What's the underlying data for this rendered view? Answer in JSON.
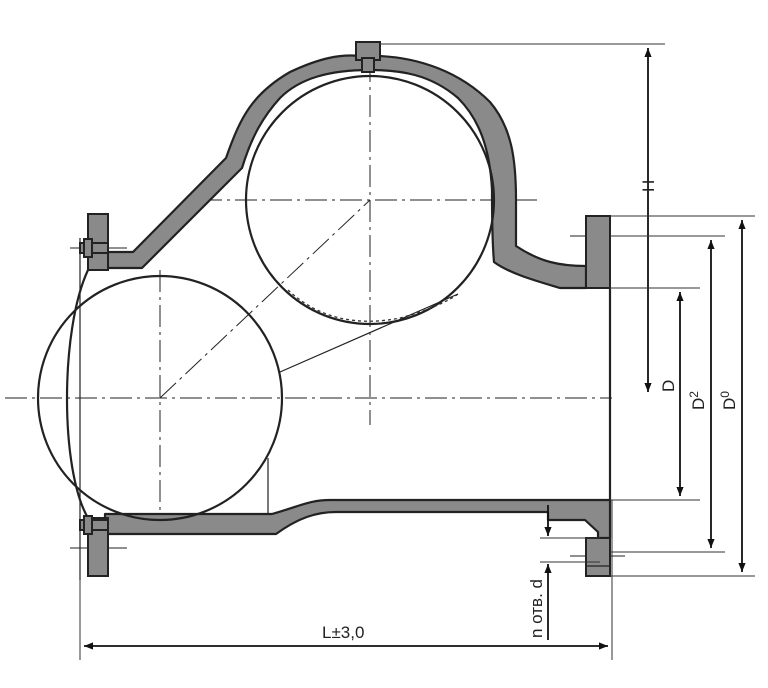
{
  "labels": {
    "height": "H",
    "bore": "D",
    "bolt_circle": "D",
    "bolt_circle_sub": "2",
    "outer_diameter": "D",
    "outer_diameter_sub": "0",
    "length": "L±3,0",
    "holes": "n отв. d"
  }
}
